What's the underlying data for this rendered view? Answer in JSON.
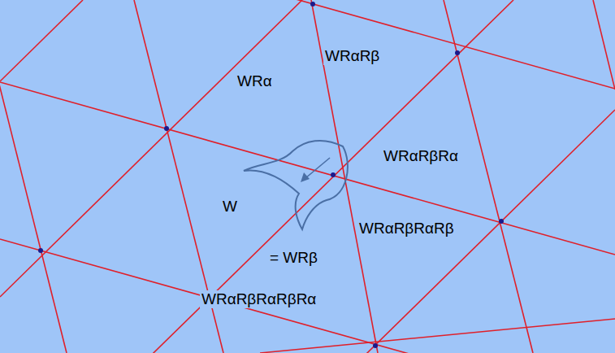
{
  "diagram": {
    "labels": [
      "WRα",
      "WRαRβ",
      "WRαRβRα",
      "W",
      "= WRβ",
      "WRαRβRαRβ",
      "WRαRβRαRβRα"
    ]
  }
}
